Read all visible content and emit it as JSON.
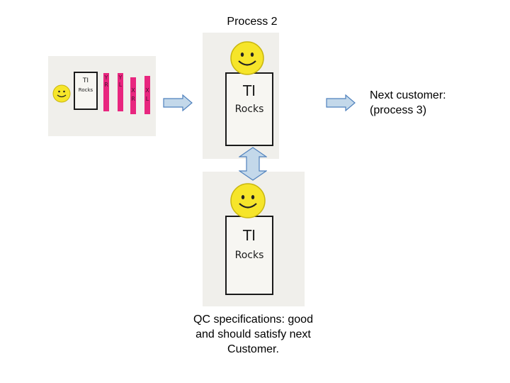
{
  "labels": {
    "title": "Process 2",
    "next_customer": [
      "Next customer:",
      "(process 3)"
    ],
    "qc": [
      "QC specifications: good",
      "and should satisfy next",
      "Customer."
    ]
  },
  "board_text": [
    "TI",
    "Rocks"
  ],
  "strips": [
    {
      "top": "Y",
      "bottom": "R"
    },
    {
      "top": "Y",
      "bottom": "L"
    },
    {
      "top": "X",
      "bottom": "R"
    },
    {
      "top": "X",
      "bottom": "L"
    }
  ],
  "colors": {
    "arrow_fill": "#c3d8ea",
    "arrow_stroke": "#4f81bd",
    "smiley": "#f6e52a",
    "strip": "#e8267f"
  }
}
